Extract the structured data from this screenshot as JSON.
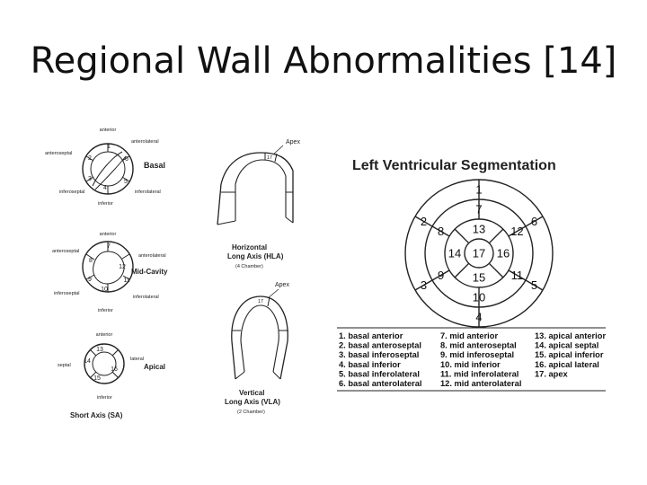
{
  "title": "Regional Wall Abnormalities [14]",
  "sa": {
    "basal": {
      "title": "Basal",
      "labels": {
        "anterior": "anterior",
        "anterolateral": "anterolateral",
        "anteroseptal": "anteroseptal",
        "inferoseptal": "inferoseptal",
        "inferior": "inferior",
        "inferolateral": "inferolateral"
      },
      "nums": [
        "1",
        "2",
        "3",
        "4",
        "5",
        "6"
      ]
    },
    "mid": {
      "title": "Mid-Cavity",
      "labels": {
        "anterior": "anterior",
        "anterolateral": "anterolateral",
        "anteroseptal": "anteroseptal",
        "inferoseptal": "inferoseptal",
        "inferior": "inferior",
        "inferolateral": "inferolateral"
      },
      "nums": [
        "7",
        "8",
        "9",
        "10",
        "11",
        "12"
      ]
    },
    "apical": {
      "title": "Apical",
      "labels": {
        "anterior": "anterior",
        "septal": "septal",
        "lateral": "lateral",
        "inferior": "inferior"
      },
      "nums": [
        "13",
        "14",
        "15",
        "16"
      ]
    },
    "caption": "Short Axis (SA)"
  },
  "hla": {
    "apex": "Apex",
    "num": "17",
    "caption1": "Horizontal",
    "caption2": "Long Axis (HLA)",
    "caption3": "(4 Chamber)"
  },
  "vla": {
    "apex": "Apex",
    "num": "17",
    "caption1": "Vertical",
    "caption2": "Long Axis (VLA)",
    "caption3": "(2 Chamber)"
  },
  "bullseye": {
    "title": "Left Ventricular Segmentation",
    "outer": [
      "1",
      "6",
      "5",
      "4",
      "3",
      "2"
    ],
    "middle": [
      "7",
      "12",
      "11",
      "10",
      "9",
      "8"
    ],
    "inner": [
      "13",
      "16",
      "15",
      "14"
    ],
    "center": "17"
  },
  "legend": [
    [
      "1. basal anterior",
      "7. mid anterior",
      "13. apical anterior"
    ],
    [
      "2. basal anteroseptal",
      "8. mid anteroseptal",
      "14. apical septal"
    ],
    [
      "3. basal inferoseptal",
      "9. mid inferoseptal",
      "15. apical inferior"
    ],
    [
      "4. basal inferior",
      "10. mid inferior",
      "16. apical lateral"
    ],
    [
      "5. basal inferolateral",
      "11. mid inferolateral",
      "17. apex"
    ],
    [
      "6. basal anterolateral",
      "12. mid anterolateral",
      ""
    ]
  ]
}
